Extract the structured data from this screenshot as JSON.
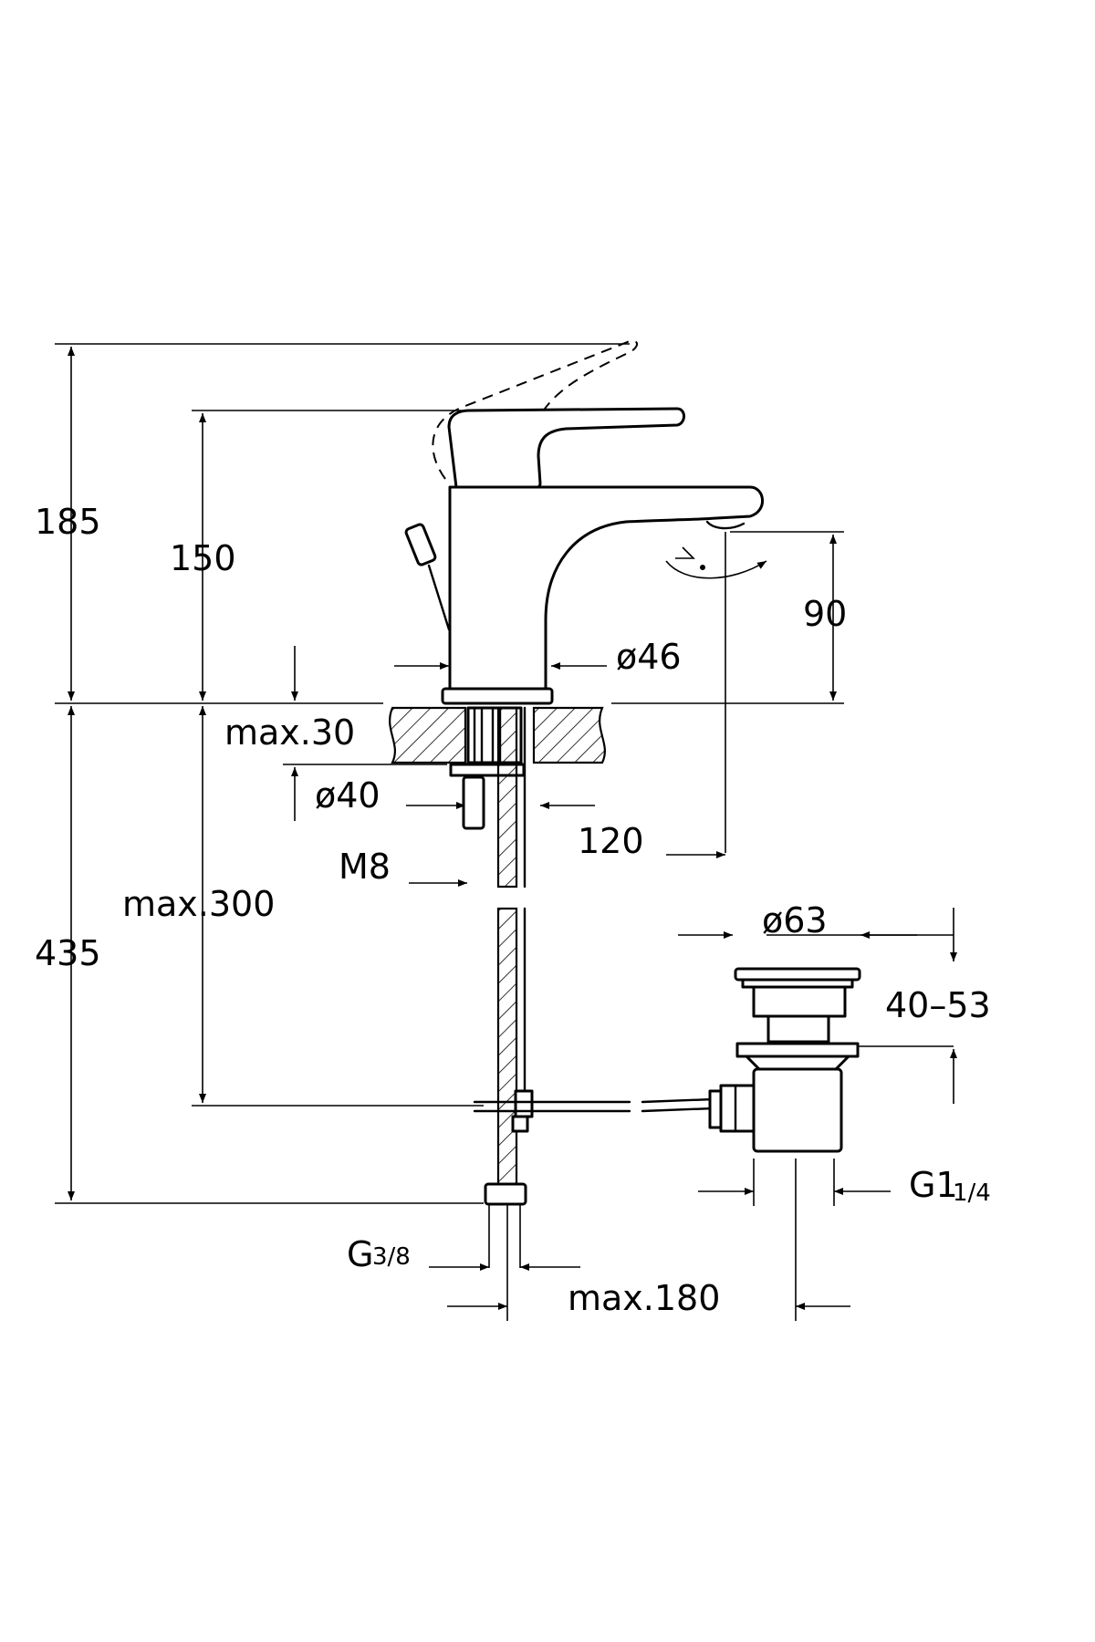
{
  "dimensions": {
    "total_height": "185",
    "body_height": "150",
    "spout_height": "90",
    "body_diameter": "ø46",
    "max_deck_thickness": "max.30",
    "hole_diameter": "ø40",
    "spout_reach": "120",
    "thread_rod": "M8",
    "max_rod_length": "max.300",
    "below_deck_height": "435",
    "waste_diameter": "ø63",
    "waste_range": "40–53",
    "waste_thread": "G1",
    "waste_thread_fraction": "1/4",
    "hose_thread": "G",
    "hose_thread_fraction": "3/8",
    "max_offset": "max.180"
  }
}
